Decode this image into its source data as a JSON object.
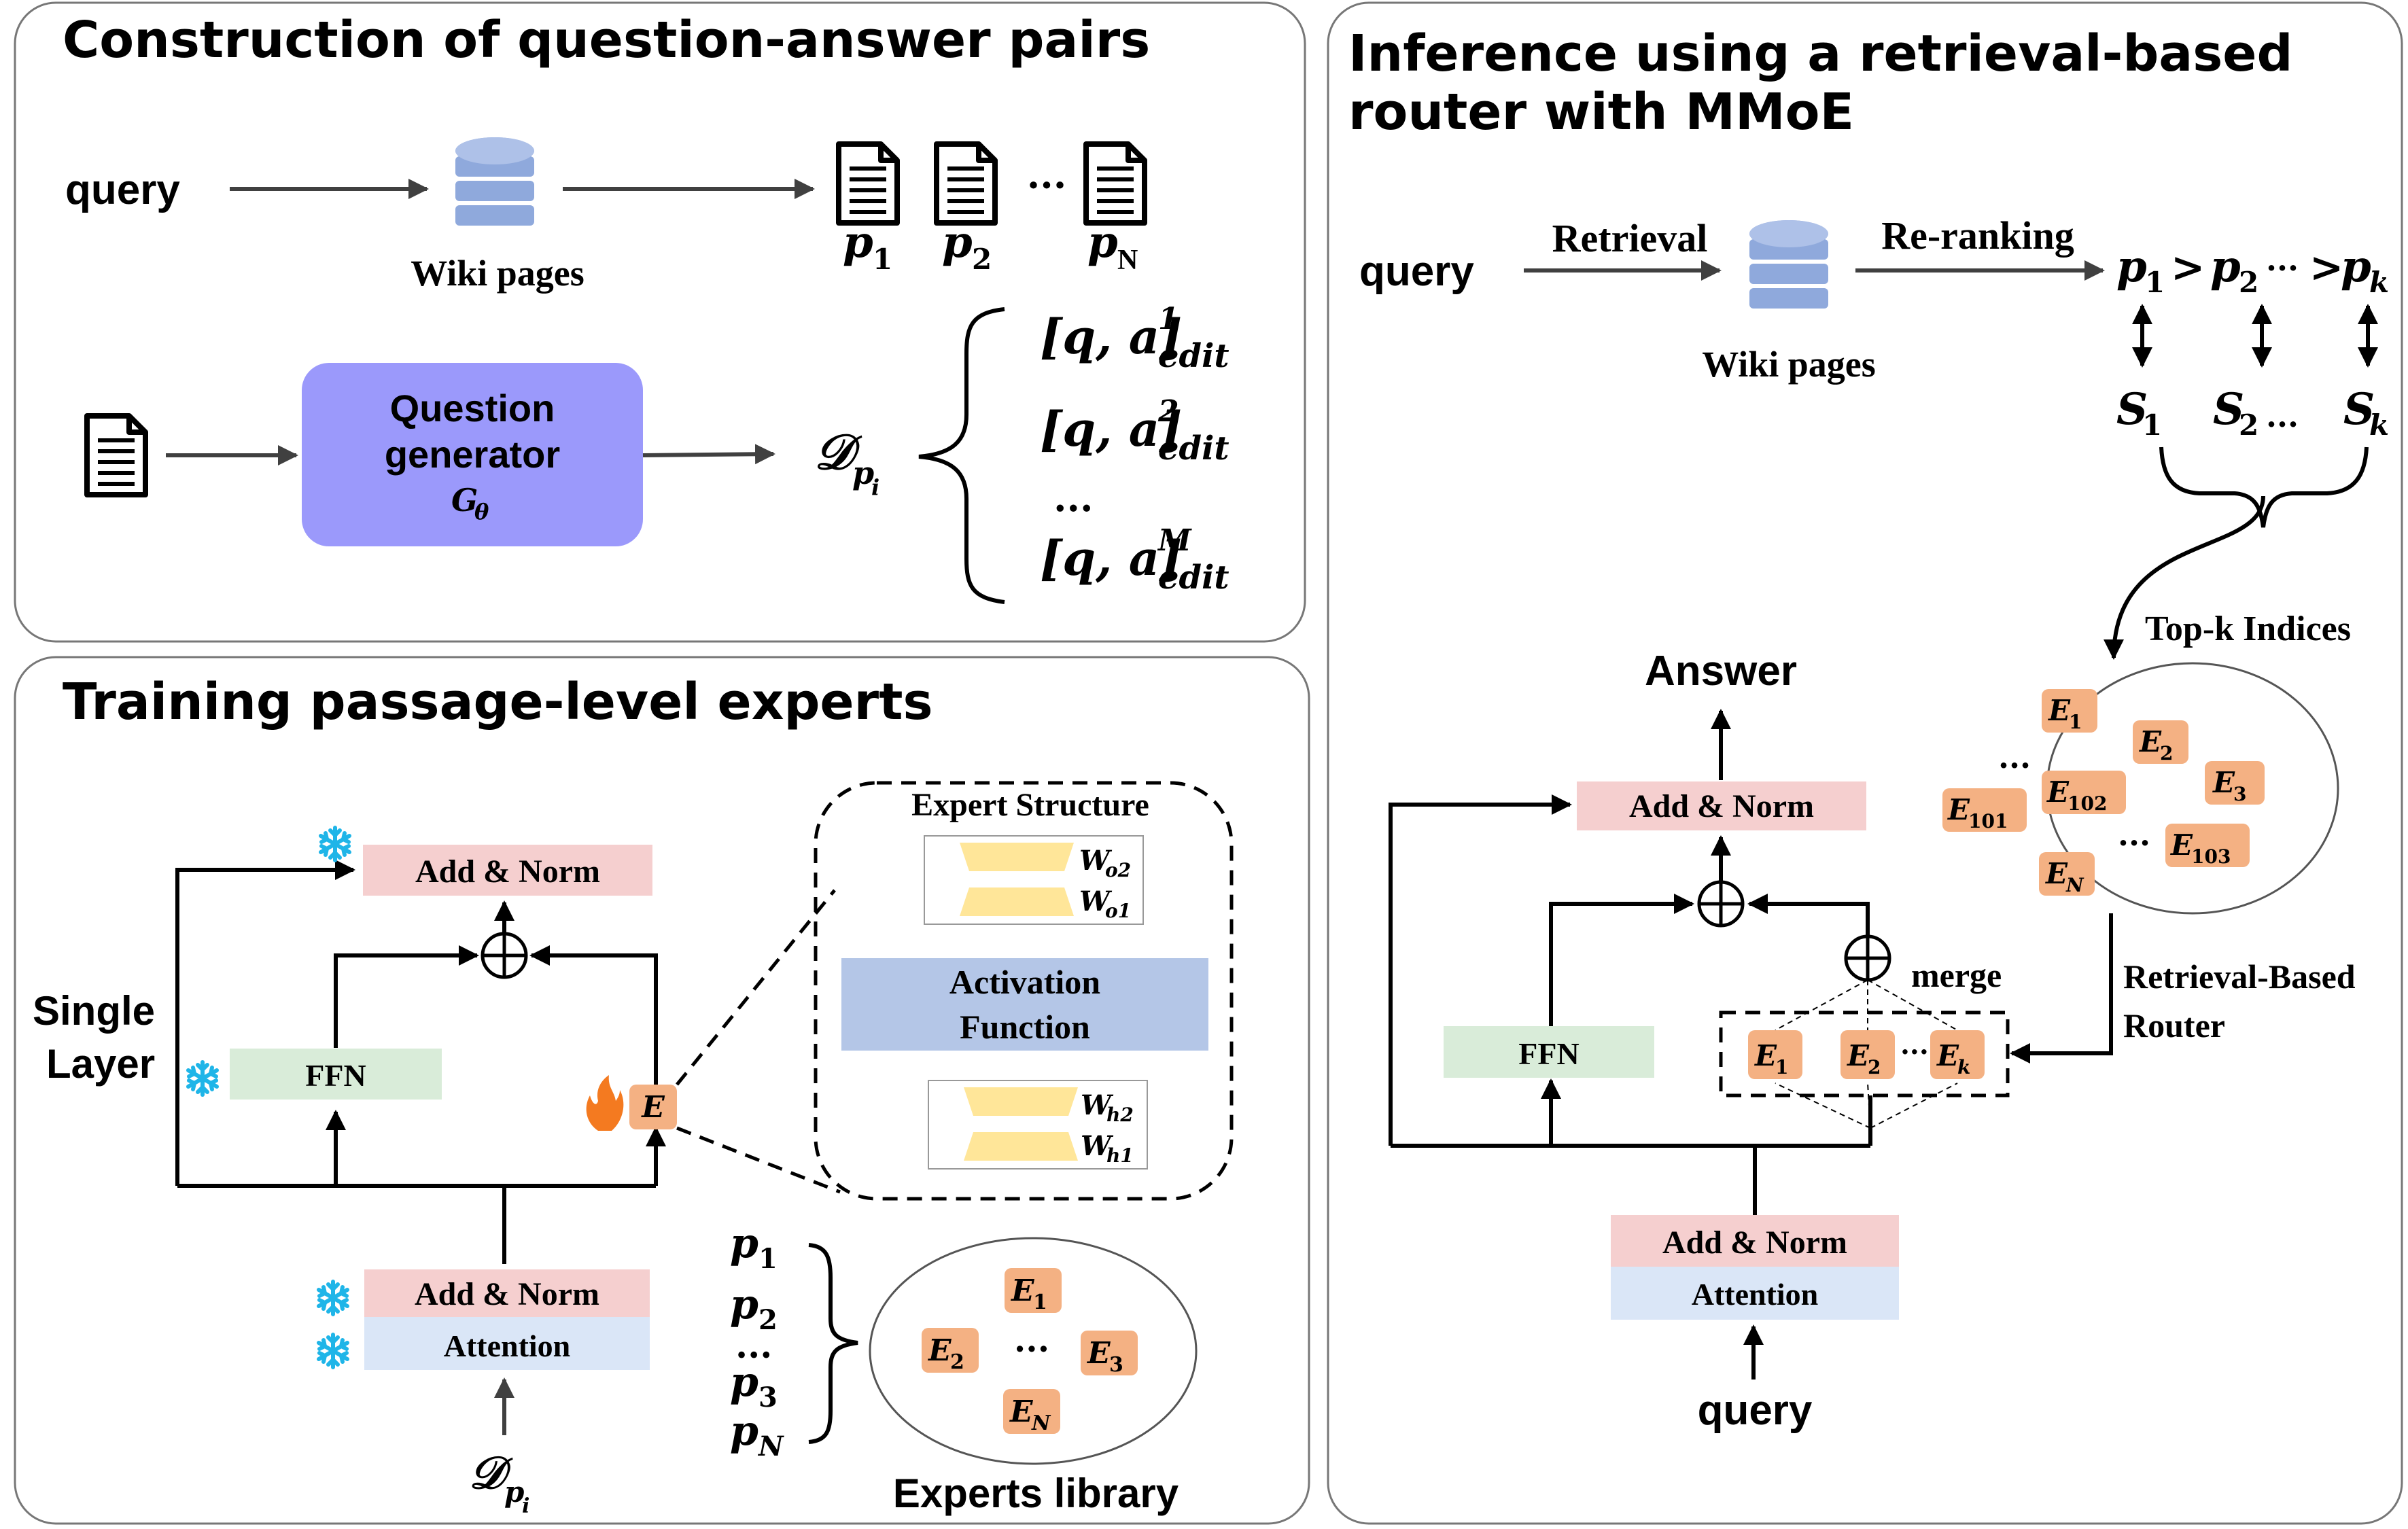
{
  "panels": {
    "qa": {
      "title": "Construction of question-answer pairs",
      "query_label": "query",
      "wiki_label": "Wiki pages",
      "p_labels": [
        "p",
        "p",
        "p"
      ],
      "p_subs": [
        "1",
        "2",
        "N"
      ],
      "p_ellipsis": "···",
      "generator_line1": "Question",
      "generator_line2": "generator",
      "generator_sym": "G",
      "generator_sub": "θ",
      "dataset_sym": "𝒟",
      "dataset_sub": "p",
      "dataset_subsub": "i",
      "pair_text": "[q, a]",
      "pair_sub": "edit",
      "pair_sups": [
        "1",
        "2",
        "M"
      ],
      "pair_ellipsis": "..."
    },
    "training": {
      "title": "Training passage-level experts",
      "single_layer": [
        "Single",
        "Layer"
      ],
      "add_norm_top": "Add & Norm",
      "ffn": "FFN",
      "expert_e": "E",
      "add_norm_bottom": "Add & Norm",
      "attention": "Attention",
      "input_sym": "𝒟",
      "input_sub": "p",
      "input_subsub": "i",
      "expert_structure_title": "Expert Structure",
      "w_labels": [
        "W",
        "W",
        "W",
        "W"
      ],
      "w_subs": [
        "o2",
        "o1",
        "h2",
        "h1"
      ],
      "activation_line1": "Activation",
      "activation_line2": "Function",
      "passages": [
        "p",
        "p",
        "...",
        "p",
        "p"
      ],
      "passage_subs": [
        "1",
        "2",
        "",
        "3",
        "N"
      ],
      "library_experts": [
        "E",
        "E",
        "E",
        "E"
      ],
      "library_subs": [
        "1",
        "2",
        "3",
        "N"
      ],
      "library_ellipsis": "···",
      "library_label": "Experts library"
    },
    "inference": {
      "title_line1": "Inference using a retrieval-based",
      "title_line2": "router with MMoE",
      "query_label": "query",
      "retrieval_label": "Retrieval",
      "reranking_label": "Re-ranking",
      "wiki_label": "Wiki pages",
      "rank_p": [
        "p",
        "p",
        "p"
      ],
      "rank_subs": [
        "1",
        "2",
        "k"
      ],
      "rank_gt": ">",
      "rank_ellipsis": "···",
      "scores": [
        "S",
        "S",
        "S"
      ],
      "score_subs": [
        "1",
        "2",
        "k"
      ],
      "score_ellipsis": "...",
      "topk_label": "Top-k Indices",
      "pool_experts": [
        "E",
        "E",
        "E",
        "E",
        "E",
        "E",
        "E"
      ],
      "pool_subs": [
        "1",
        "2",
        "3",
        "101",
        "102",
        "103",
        "N"
      ],
      "pool_ellipsis": [
        "...",
        "..."
      ],
      "answer_label": "Answer",
      "add_norm_top": "Add & Norm",
      "ffn": "FFN",
      "merge_label": "merge",
      "selected_experts": [
        "E",
        "E",
        "E"
      ],
      "selected_subs": [
        "1",
        "2",
        "k"
      ],
      "selected_ellipsis": "···",
      "router_line1": "Retrieval-Based",
      "router_line2": "Router",
      "add_norm_bottom": "Add & Norm",
      "attention": "Attention",
      "bottom_query": "query"
    }
  },
  "colors": {
    "generator_fill": "#9b99fb",
    "add_norm_fill": "#f5cfcf",
    "attention_fill": "#dae6f7",
    "ffn_fill": "#d9ecd9",
    "activation_fill": "#b4c6e7",
    "weight_fill": "#ffe699",
    "expert_fill": "#f4b183",
    "database_fill": "#8fa9dc",
    "snowflake": "#1fb5e8",
    "flame": "#f47a20"
  },
  "icons": [
    "database-icon",
    "document-icon",
    "snowflake-icon",
    "flame-icon",
    "plus-circle-icon"
  ]
}
